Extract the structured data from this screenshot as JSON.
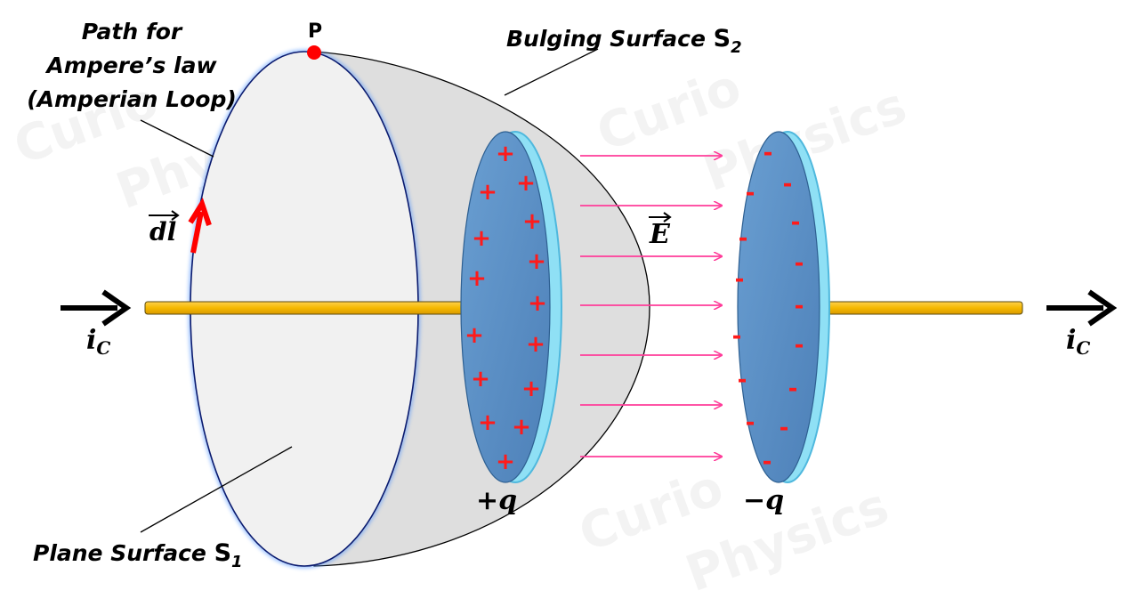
{
  "labels": {
    "path_line1": "Path for",
    "path_line2": "Ampere’s law",
    "path_line3": "(Amperian Loop)",
    "point_p": "P",
    "bulging_surface": "Bulging Surface ",
    "bulging_symbol": "S",
    "bulging_sub": "2",
    "plane_surface": "Plane Surface ",
    "plane_symbol": "S",
    "plane_sub": "1",
    "dl": "dl",
    "field": "E",
    "current_left_symbol": "i",
    "current_left_sub": "C",
    "current_right_symbol": "i",
    "current_right_sub": "C",
    "charge_positive": "+q",
    "charge_negative": "−q"
  },
  "plates": {
    "positive_sign": "+",
    "negative_sign": "-"
  },
  "watermarks": [
    "Curio",
    "Physics",
    "Curio",
    "Physics",
    "Curio",
    "Physics"
  ],
  "colors": {
    "plate_fill": "#5b8fc4",
    "plate_edge": "#7fd8f0",
    "wire": "#f5b800",
    "field_arrow": "#ff3d9a",
    "dl_arrow": "#ff0000",
    "point": "#ff0000",
    "bulge_fill": "#dedede",
    "plane_fill": "#f1f1f1"
  }
}
